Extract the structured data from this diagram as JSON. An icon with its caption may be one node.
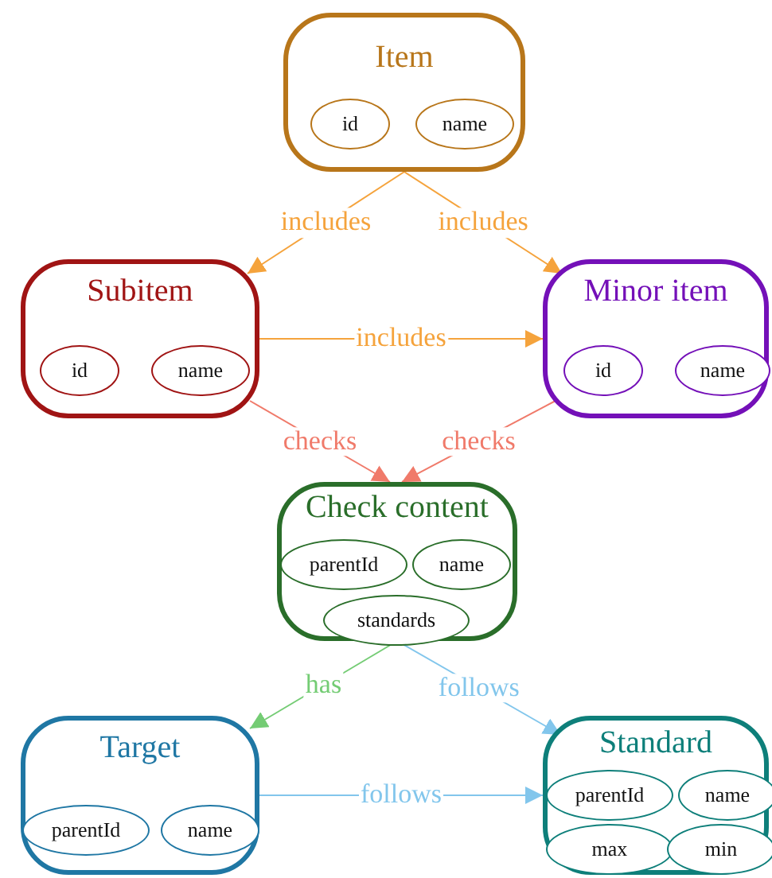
{
  "diagram": {
    "nodes": [
      {
        "text": [
          "Item"
        ]
      },
      {
        "text": [
          "id"
        ],
        "in": 0
      },
      {
        "text": [
          "name"
        ],
        "in": 0
      },
      {
        "text": [
          "Subitem"
        ]
      },
      {
        "text": [
          "id"
        ],
        "in": 3
      },
      {
        "text": [
          "name"
        ],
        "in": 3
      },
      {
        "text": [
          "Minor item"
        ]
      },
      {
        "text": [
          "id"
        ],
        "in": 6
      },
      {
        "text": [
          "name"
        ],
        "in": 6
      },
      {
        "text": [
          "Check content"
        ]
      },
      {
        "text": [
          "parentId"
        ],
        "in": 9
      },
      {
        "text": [
          "name"
        ],
        "in": 9
      },
      {
        "text": [
          "standards"
        ],
        "in": 9
      },
      {
        "text": [
          "Target"
        ]
      },
      {
        "text": [
          "parentId"
        ],
        "in": 13
      },
      {
        "text": [
          "name"
        ],
        "in": 13
      },
      {
        "text": [
          "Standard"
        ]
      },
      {
        "text": [
          "parentId"
        ],
        "in": 16
      },
      {
        "text": [
          "name"
        ],
        "in": 16
      },
      {
        "text": [
          "max"
        ],
        "in": 16
      },
      {
        "text": [
          "min"
        ],
        "in": 16
      }
    ],
    "edges": [
      {
        "from": 0,
        "to": 3,
        "arrow": "to",
        "label": "includes"
      },
      {
        "from": 0,
        "to": 6,
        "arrow": "to",
        "label": "includes"
      },
      {
        "from": 3,
        "to": 6,
        "arrow": "to",
        "label": "includes"
      },
      {
        "from": 3,
        "to": 9,
        "arrow": "to",
        "label": "checks",
        "color": "#f07a6a"
      },
      {
        "from": 6,
        "to": 9,
        "arrow": "to",
        "label": "checks",
        "color": "#f07a6a"
      },
      {
        "from": 9,
        "to": 13,
        "arrow": "to",
        "label": "has",
        "color": "#74cc74"
      },
      {
        "from": 9,
        "to": 16,
        "arrow": "to",
        "label": "follows",
        "color": "#82c6ec"
      },
      {
        "from": 13,
        "to": 16,
        "arrow": "to",
        "label": "follows",
        "color": "#82c6ec"
      }
    ]
  }
}
